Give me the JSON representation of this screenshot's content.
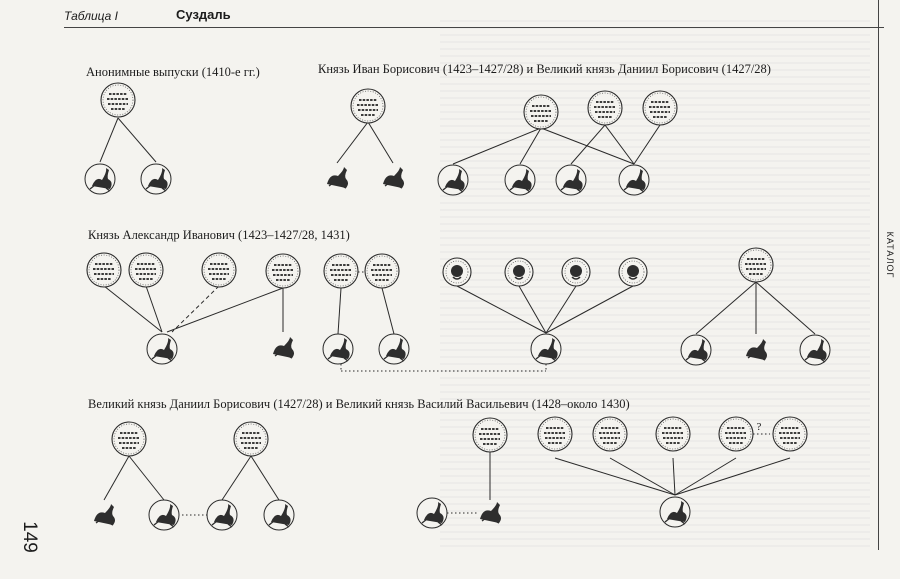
{
  "header": {
    "table_label": "Таблица I",
    "city": "Суздаль"
  },
  "side_label": "КАТАЛОГ",
  "page_number": "149",
  "sections": {
    "anon": "Анонимные выпуски (1410-е гг.)",
    "ivan_daniil": "Князь Иван Борисович (1423–1427/28) и Великий князь Даниил Борисович (1427/28)",
    "alexander": "Князь Александр Иванович (1423–1427/28, 1431)",
    "daniil_vasily": "Великий князь Даниил Борисович (1427/28) и  Великий князь Василий Васильевич (1428–около 1430)"
  },
  "question_mark": "?"
}
